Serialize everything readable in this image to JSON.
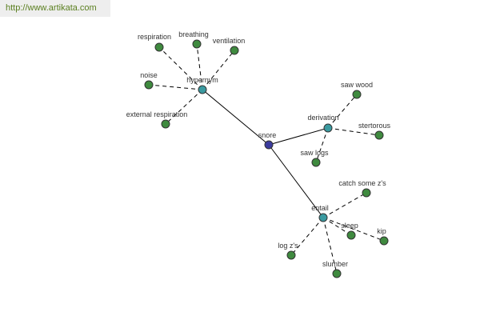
{
  "site": {
    "url": "http://www.artikata.com"
  },
  "colors": {
    "center": "#3b3b9e",
    "relation": "#3a9aa0",
    "term": "#3f8a3f",
    "url_text": "#5a7f1f"
  },
  "graph": {
    "center": {
      "id": "snore",
      "label": "snore",
      "kind": "center"
    },
    "relations": [
      {
        "id": "hypernym",
        "label": "hypernym",
        "kind": "relation"
      },
      {
        "id": "derivation",
        "label": "derivation",
        "kind": "relation"
      },
      {
        "id": "entail",
        "label": "entail",
        "kind": "relation"
      }
    ],
    "terms": [
      {
        "id": "respiration",
        "label": "respiration",
        "relation": "hypernym"
      },
      {
        "id": "breathing",
        "label": "breathing",
        "relation": "hypernym"
      },
      {
        "id": "ventilation",
        "label": "ventilation",
        "relation": "hypernym"
      },
      {
        "id": "noise",
        "label": "noise",
        "relation": "hypernym"
      },
      {
        "id": "external-respiration",
        "label": "external respiration",
        "relation": "hypernym"
      },
      {
        "id": "saw-wood",
        "label": "saw wood",
        "relation": "derivation"
      },
      {
        "id": "stertorous",
        "label": "stertorous",
        "relation": "derivation"
      },
      {
        "id": "saw-logs",
        "label": "saw logs",
        "relation": "derivation"
      },
      {
        "id": "catch-some-zs",
        "label": "catch some z's",
        "relation": "entail"
      },
      {
        "id": "sleep",
        "label": "sleep",
        "relation": "entail"
      },
      {
        "id": "kip",
        "label": "kip",
        "relation": "entail"
      },
      {
        "id": "log-zs",
        "label": "log z's",
        "relation": "entail"
      },
      {
        "id": "slumber",
        "label": "slumber",
        "relation": "entail"
      }
    ]
  }
}
